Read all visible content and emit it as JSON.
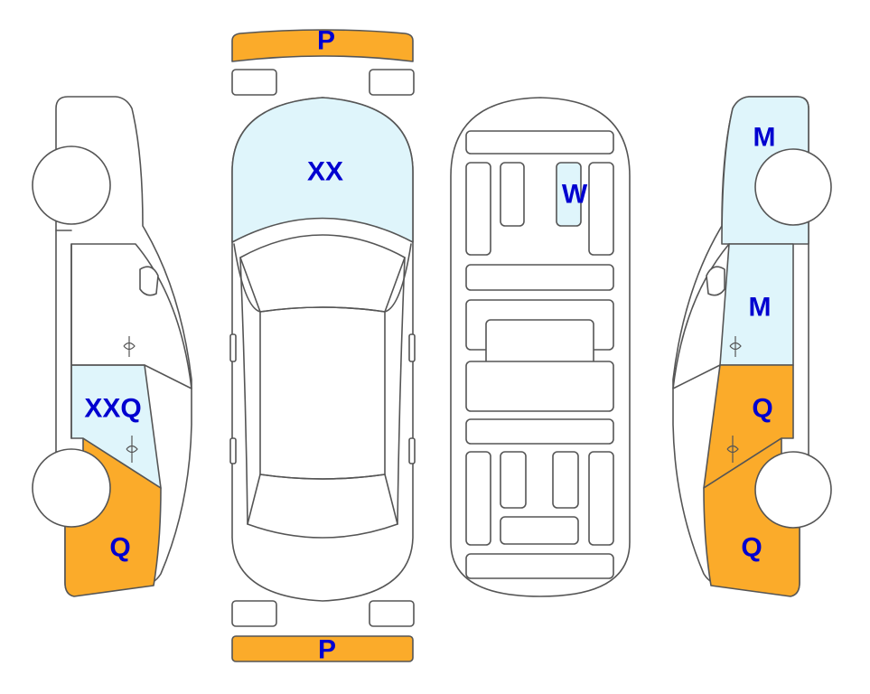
{
  "colors": {
    "light_blue": "#dff5fb",
    "orange": "#fbab2a",
    "label": "#0000d0",
    "outline": "#555555"
  },
  "legend_meaning": {
    "XX": "light_blue",
    "XXQ": "light_blue",
    "W": "light_blue",
    "M": "light_blue",
    "P": "orange",
    "Q": "orange"
  },
  "labels": {
    "front_bumper": "P",
    "rear_bumper": "P",
    "hood": "XX",
    "roof_panel": "W",
    "left_front_fender": "Q",
    "left_front_door": "XXQ",
    "right_rear_fender_upper": "M",
    "right_rear_door": "M",
    "right_front_door": "Q",
    "right_front_fender": "Q"
  }
}
